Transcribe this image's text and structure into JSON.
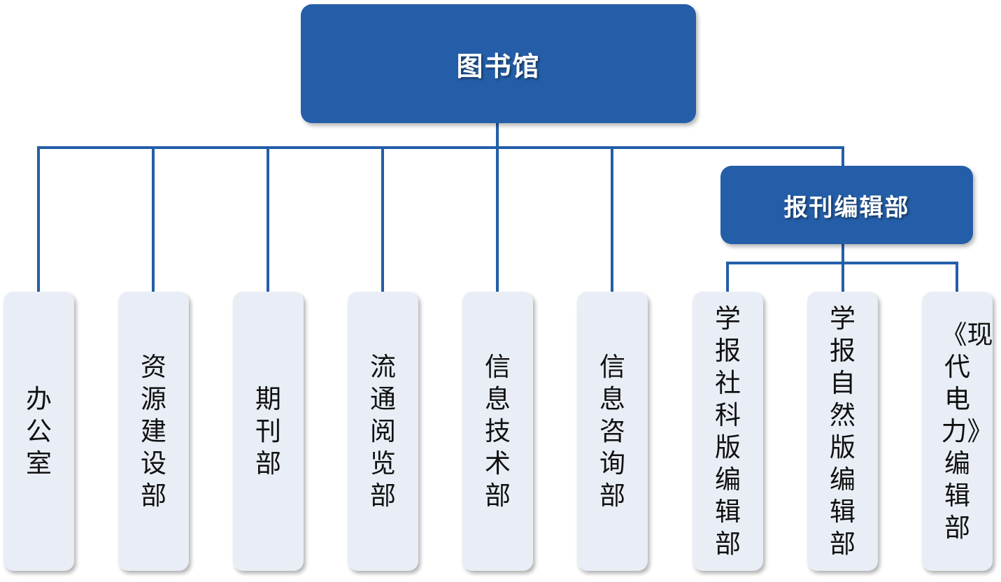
{
  "root": {
    "label": "图书馆"
  },
  "editorial": {
    "label": "报刊编辑部"
  },
  "departments": [
    {
      "label": "办公室"
    },
    {
      "label": "资源建设部"
    },
    {
      "label": "期刊部"
    },
    {
      "label": "流通阅览部"
    },
    {
      "label": "信息技术部"
    },
    {
      "label": "信息咨询部"
    }
  ],
  "editorial_children": [
    {
      "label": "学报社科版编辑部"
    },
    {
      "label": "学报自然版编辑部"
    },
    {
      "label": "《现代电力》编辑部"
    }
  ],
  "colors": {
    "node_dark": "#245ea8",
    "node_light": "#e9eef6",
    "connector": "#245ea8"
  }
}
